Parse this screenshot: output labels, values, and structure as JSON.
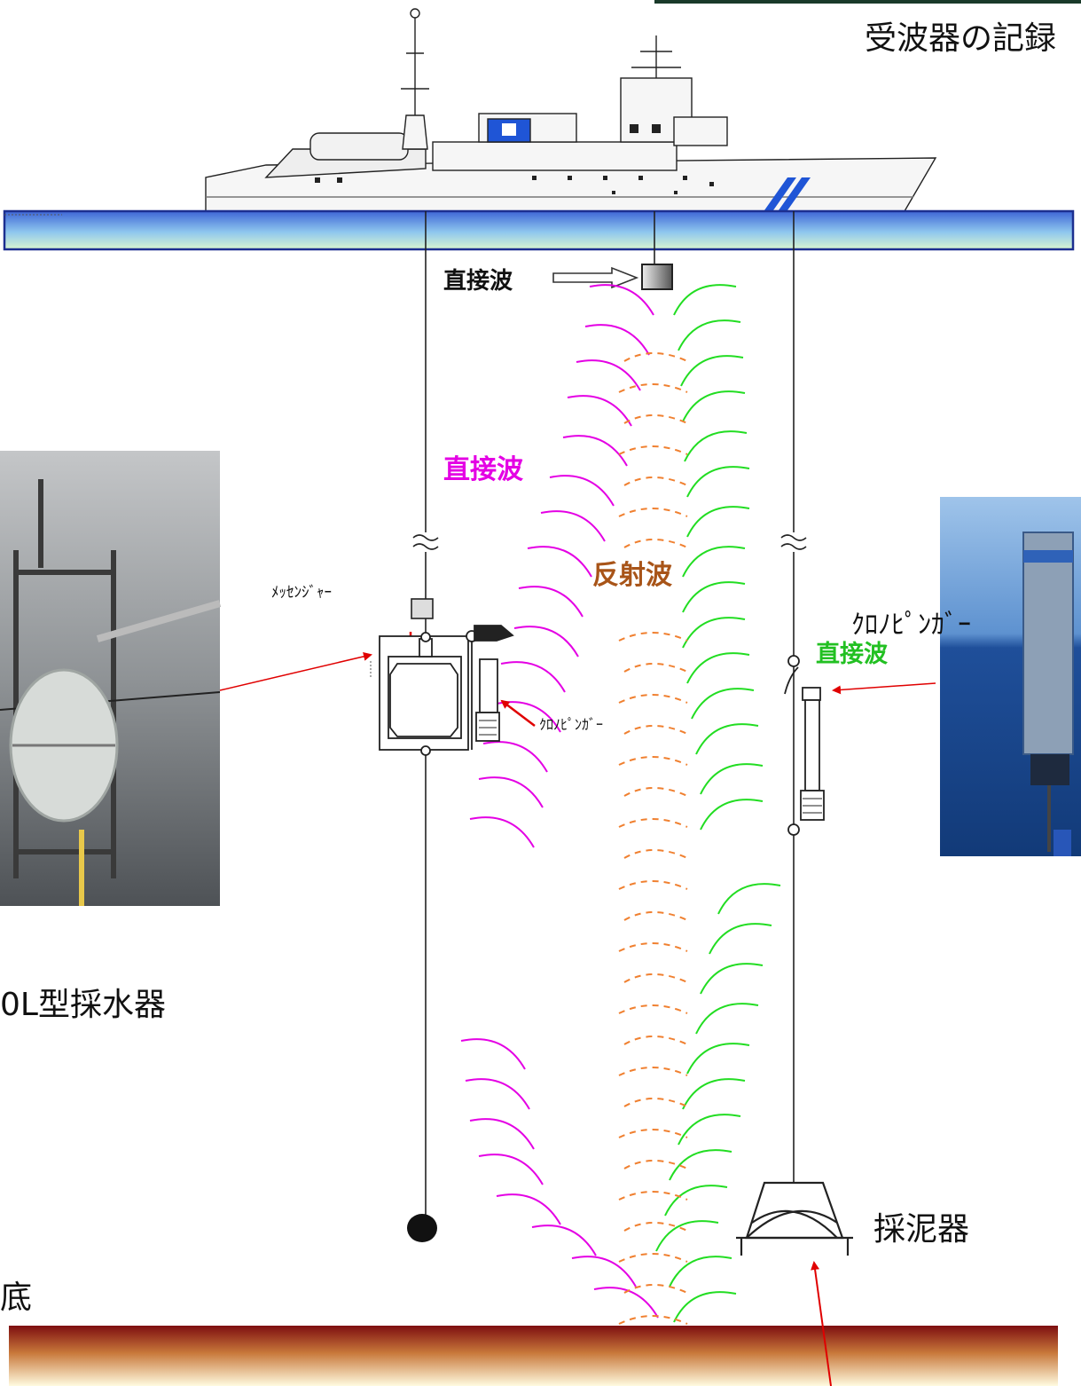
{
  "diagram": {
    "labels": {
      "receiver_record": "受波器の記録",
      "direct_wave_top": "直接波",
      "direct_wave_magenta": "直接波",
      "direct_wave_green": "直接波",
      "messenger": "ﾒｯｾﾝｼﾞｬｰ",
      "reflected_wave": "反射波",
      "chronopinger_right": "ｸﾛﾉﾋﾟﾝｶﾞｰ",
      "chronopinger_small": "ｸﾛﾉﾋﾟﾝｶﾞｰ",
      "water_sampler": "0L型採水器",
      "mud_sampler": "採泥器",
      "seabed": "底"
    },
    "colors": {
      "magenta_wave": "#e400e4",
      "green_wave": "#22dd22",
      "orange_wave": "#f08030",
      "pointer_arrow": "#e00000",
      "seabed_top": "#8a1010",
      "seabed_bottom": "#fffbe0",
      "sea_top": "#3e66d6",
      "sea_bottom": "#d9f6d0"
    },
    "icons": [
      "ship-icon",
      "transducer-icon",
      "messenger-icon",
      "water-sampler-icon",
      "chronopinger-icon",
      "mud-sampler-icon",
      "weight-icon"
    ]
  }
}
